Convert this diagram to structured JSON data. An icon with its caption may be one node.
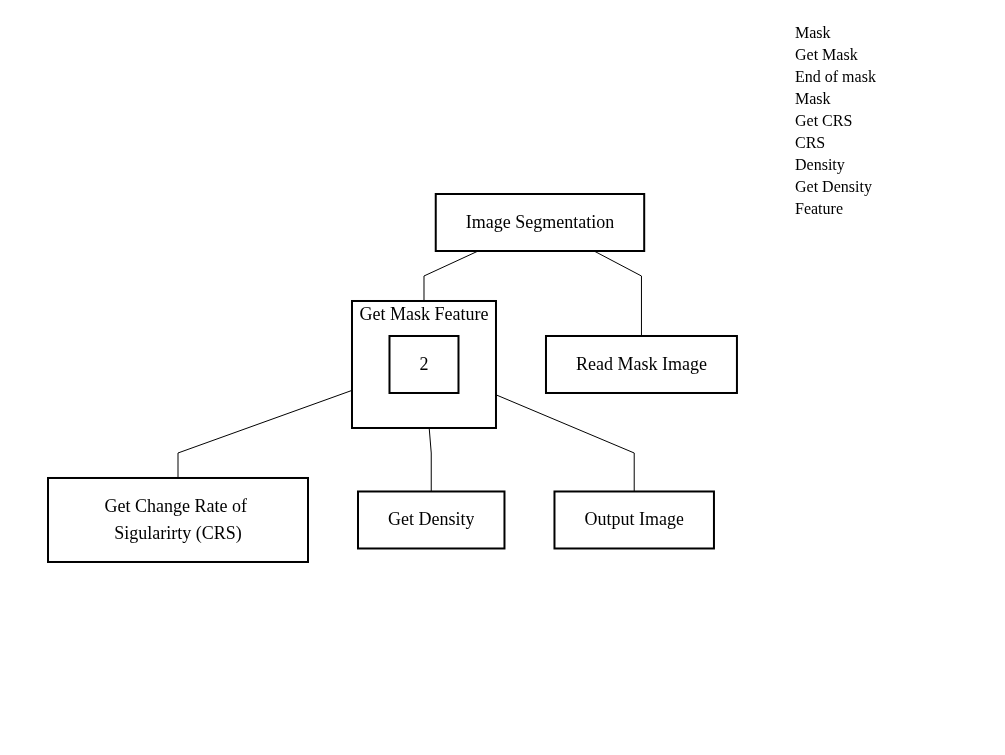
{
  "diagram": {
    "nodes": [
      {
        "text": [
          "Image Segmentation"
        ]
      },
      {
        "text": [
          "Read Mask Image"
        ]
      },
      {
        "text": [
          "Get Mask Feature"
        ]
      },
      {
        "text": [
          "2"
        ],
        "in": 2
      },
      {
        "text": [
          "Get Change Rate of Sigularirty (CRS)"
        ]
      },
      {
        "text": [
          "Get Density"
        ]
      },
      {
        "text": [
          "Output Image"
        ]
      }
    ],
    "edges": [
      {
        "from": 0,
        "to": 1,
        "arrow": "none"
      },
      {
        "from": 0,
        "to": 2,
        "arrow": "none"
      },
      {
        "from": 2,
        "to": 4,
        "arrow": "none"
      },
      {
        "from": 2,
        "to": 5,
        "arrow": "none"
      },
      {
        "from": 2,
        "to": 6,
        "arrow": "none"
      }
    ],
    "labels": [
      "Mask",
      "Get Mask",
      "End of mask",
      "Mask",
      "Get CRS",
      "CRS",
      "Density",
      "Get Density",
      "Feature"
    ]
  }
}
